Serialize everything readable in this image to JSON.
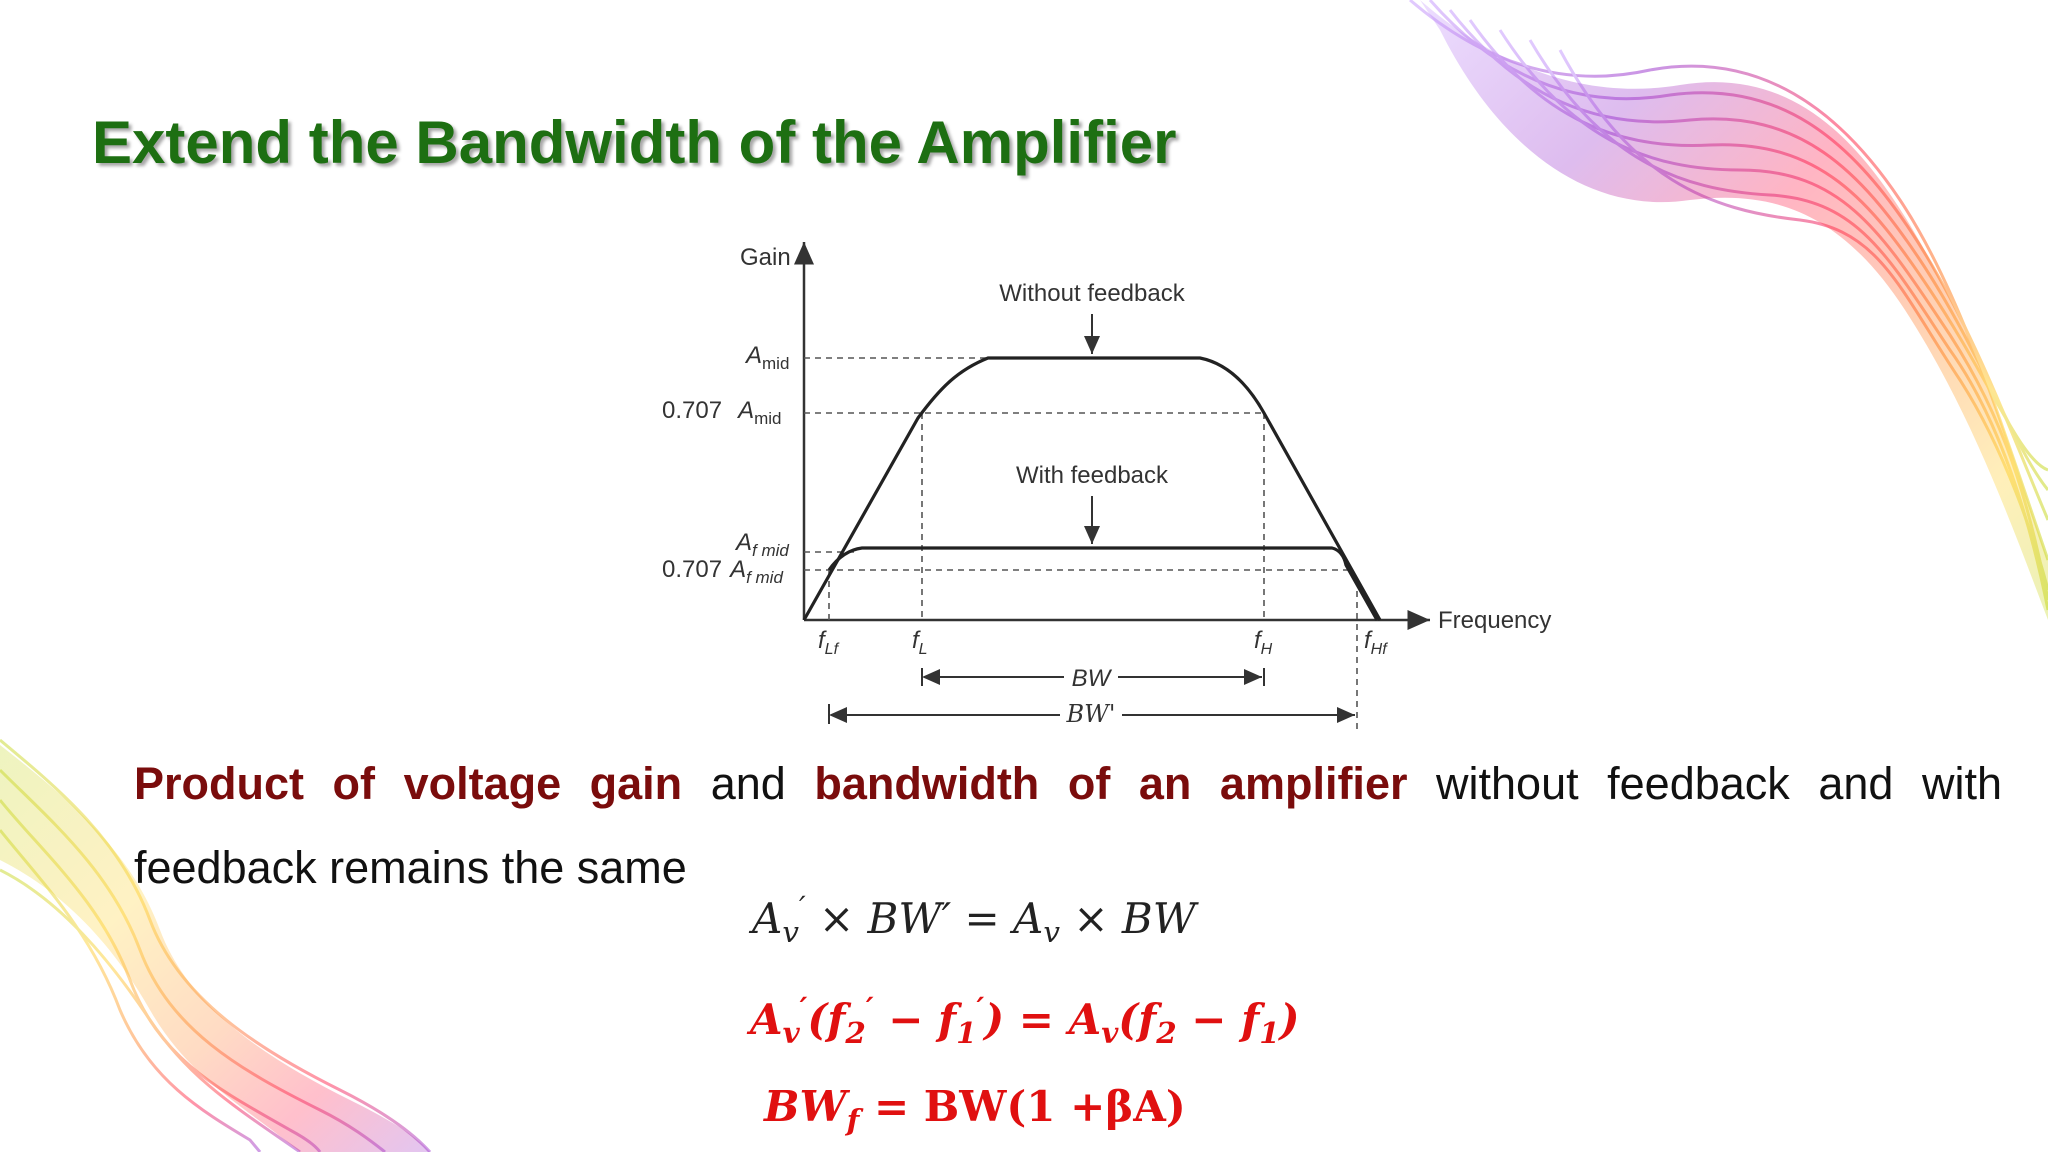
{
  "slide": {
    "title": "Extend the Bandwidth of the Amplifier"
  },
  "diagram": {
    "y_axis_label": "Gain",
    "x_axis_label": "Frequency",
    "curve_labels": {
      "without_feedback": "Without feedback",
      "with_feedback": "With feedback"
    },
    "y_levels": {
      "a_mid_prefix": "",
      "a_mid_main": "A",
      "a_mid_sub": "mid",
      "a_mid_707_coef": "0.707",
      "a_mid_707_main": "A",
      "a_mid_707_sub": "mid",
      "a_fmid_main": "A",
      "a_fmid_sub": "f mid",
      "a_fmid_707_coef": "0.707",
      "a_fmid_707_main": "A",
      "a_fmid_707_sub": "f mid"
    },
    "x_marks": {
      "f_lf_main": "f",
      "f_lf_sub": "Lf",
      "f_l_main": "f",
      "f_l_sub": "L",
      "f_h_main": "f",
      "f_h_sub": "H",
      "f_hf_main": "f",
      "f_hf_sub": "Hf"
    },
    "bandwidth_labels": {
      "bw": "BW",
      "bw_prime": "BW'"
    }
  },
  "statement": {
    "part1": "Product of voltage gain",
    "part2": " and ",
    "part3": "bandwidth of an amplifier",
    "part4": " without feedback and with feedback remains the same"
  },
  "equations": {
    "eq1": {
      "a": "A",
      "v": "v",
      "prime": "′",
      "times": " × ",
      "bw": "BW",
      "bw_prime": "′",
      "equals": " = ",
      "a2": "A",
      "v2": "v",
      "times2": " × ",
      "bw2": "BW"
    },
    "eq2": {
      "a": "A",
      "v": "v",
      "prime": "′",
      "open": "(",
      "f2": "f",
      "f2sub": "2",
      "f2prime": "′",
      "minus": " − ",
      "f1": "f",
      "f1sub": "1",
      "f1prime": "′",
      "close": ")",
      "equals": " = ",
      "a2": "A",
      "v2": "v",
      "open2": "(",
      "g2": "f",
      "g2sub": "2",
      "minus2": " − ",
      "g1": "f",
      "g1sub": "1",
      "close2": ")"
    },
    "eq3": {
      "bw": "BW",
      "f": "f",
      "equals": " = ",
      "rhs": "BW(1 +βA)"
    }
  },
  "colors": {
    "title": "#1d6f12",
    "emphasis": "#7a0c0c",
    "equation_red": "#e01010"
  }
}
